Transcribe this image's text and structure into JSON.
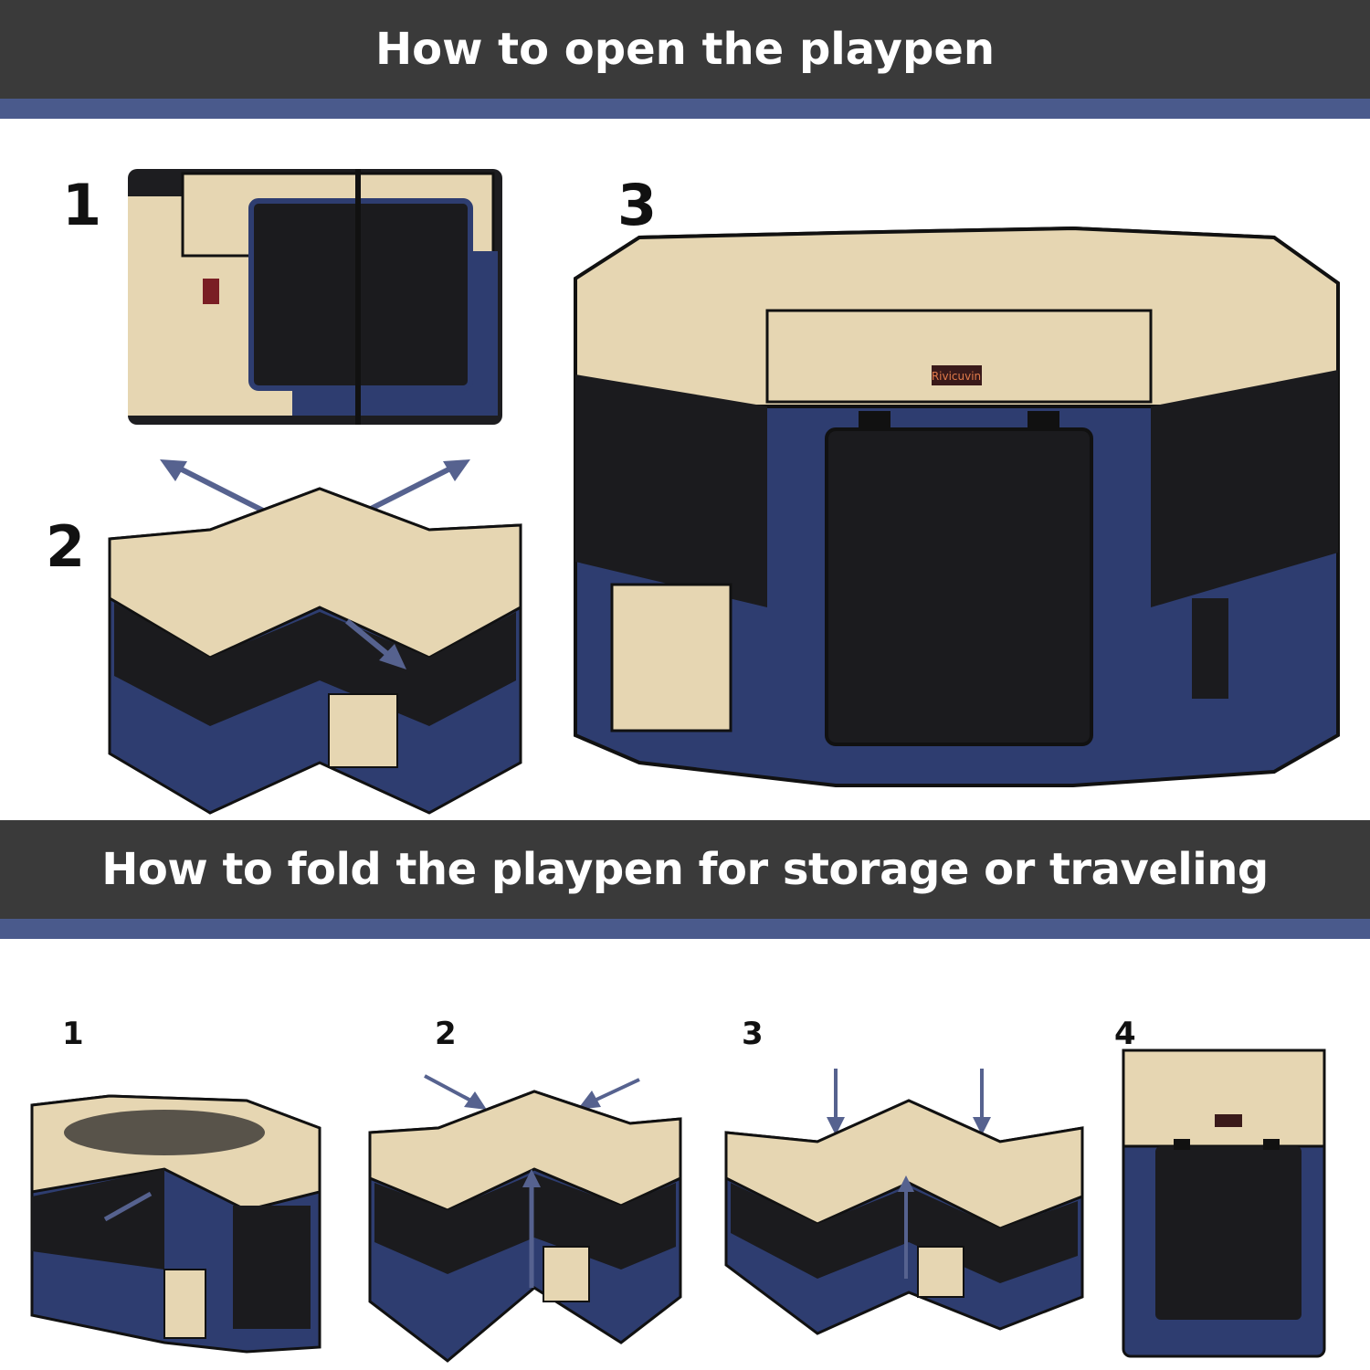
{
  "open_section": {
    "title": "How to open the playpen",
    "steps": [
      "1",
      "2",
      "3"
    ]
  },
  "fold_section": {
    "title": "How to fold the playpen for storage or traveling",
    "steps": [
      "1",
      "2",
      "3",
      "4"
    ]
  },
  "brand_label": "Rivicuvin",
  "colors": {
    "header_bg": "#3a3a3a",
    "accent_line": "#4a5a8c",
    "tan": "#e6d6b2",
    "navy": "#2e3d70",
    "mesh": "#1b1b1e",
    "arrow": "#56628f"
  }
}
